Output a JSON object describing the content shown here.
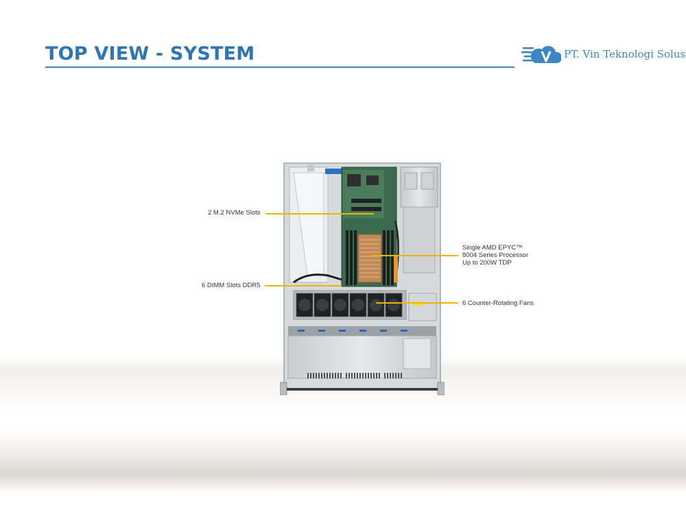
{
  "slide": {
    "title": "TOP VIEW - SYSTEM",
    "accent_color": "#2e75b6",
    "callout_line_color": "#f0b400"
  },
  "logo": {
    "icon": "cloud-v-logo-icon",
    "company": "PT. Vin Teknologi Solusi"
  },
  "figure": {
    "image": "server-chassis-top-view",
    "callouts": {
      "m2": "2 M.2 NVMe Slots",
      "dimm": "6 DIMM Slots DDR5",
      "processor": "Single AMD EPYC™\n8004 Series Processor\nUp to 200W TDP",
      "fans": "6 Counter-Rotating  Fans"
    }
  }
}
